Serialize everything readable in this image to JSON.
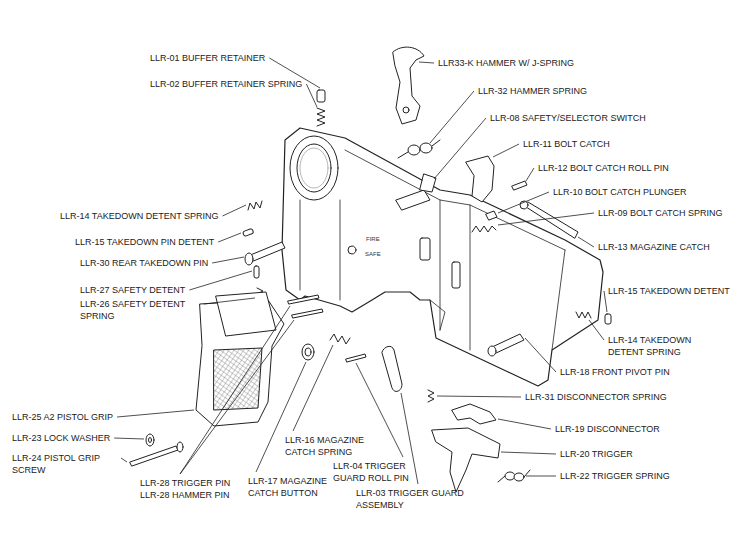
{
  "diagram": {
    "labels": [
      "LLR-01 BUFFER RETAINER",
      "LLR-02 BUFFER RETAINER SPRING",
      "LLR33-K HAMMER W/ J-SPRING",
      "LLR-32 HAMMER SPRING",
      "LLR-08 SAFETY/SELECTOR SWITCH",
      "LLR-11 BOLT CATCH",
      "LLR-12 BOLT CATCH ROLL PIN",
      "LLR-10 BOLT CATCH PLUNGER",
      "LLR-09 BOLT CATCH SPRING",
      "LLR-13 MAGAZINE CATCH",
      "LLR-14 TAKEDOWN DETENT SPRING",
      "LLR-15 TAKEDOWN PIN DETENT",
      "LLR-30 REAR TAKEDOWN PIN",
      "LLR-27 SAFETY DETENT",
      "LLR-26 SAFETY DETENT SPRING",
      "LLR-15 TAKEDOWN DETENT",
      "LLR-14 TAKEDOWN DETENT SPRING",
      "LLR-18 FRONT PIVOT PIN",
      "LLR-31 DISCONNECTOR SPRING",
      "LLR-19 DISCONNECTOR",
      "LLR-20 TRIGGER",
      "LLR-22 TRIGGER SPRING",
      "LLR-25 A2 PISTOL GRIP",
      "LLR-23 LOCK WASHER",
      "LLR-24 PISTOL GRIP SCREW",
      "LLR-16 MAGAZINE CATCH SPRING",
      "LLR-04 TRIGGER GUARD ROLL PIN",
      "LLR-17 MAGAZINE CATCH BUTTON",
      "LLR-28 TRIGGER PIN",
      "LLR-28 HAMMER PIN",
      "LLR-03 TRIGGER GUARD ASSEMBLY",
      "FIRE",
      "SAFE"
    ]
  }
}
